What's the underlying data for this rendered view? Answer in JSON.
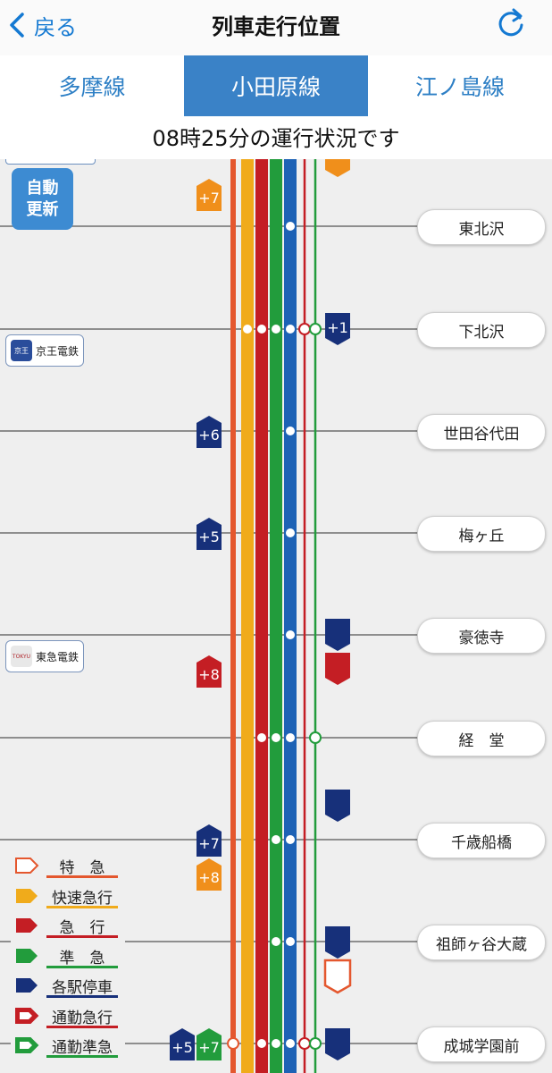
{
  "nav": {
    "back_label": "戻る",
    "title": "列車走行位置"
  },
  "tabs": [
    {
      "label": "多摩線",
      "active": false
    },
    {
      "label": "小田原線",
      "active": true
    },
    {
      "label": "江ノ島線",
      "active": false
    }
  ],
  "status_text": "08時25分の運行状況です",
  "auto_update_label": "自動\n更新",
  "stations": [
    "東北沢",
    "下北沢",
    "世田谷代田",
    "梅ヶ丘",
    "豪徳寺",
    "経　堂",
    "千歳船橋",
    "祖師ヶ谷大蔵",
    "成城学園前"
  ],
  "companies": [
    {
      "name": "京王電鉄",
      "logo_text": "京王",
      "logo_color": "#2a4d9b"
    },
    {
      "name": "東急電鉄",
      "logo_text": "TOKYU",
      "logo_color": "#d4d4d4"
    }
  ],
  "lines": [
    {
      "type": "特急",
      "color": "#e4572e"
    },
    {
      "type": "快速急行",
      "color": "#f0ab1b"
    },
    {
      "type": "急行",
      "color": "#c41e24"
    },
    {
      "type": "準急",
      "color": "#229c3c"
    },
    {
      "type": "各駅停車",
      "color": "#1d62b5"
    },
    {
      "type": "通勤急行",
      "color": "#c41e24"
    },
    {
      "type": "通勤準急",
      "color": "#229c3c"
    }
  ],
  "legend": [
    {
      "label": "特　急",
      "color": "#e4572e",
      "outline": true
    },
    {
      "label": "快速急行",
      "color": "#f0ab1b",
      "outline": false
    },
    {
      "label": "急　行",
      "color": "#c41e24",
      "outline": false
    },
    {
      "label": "準　急",
      "color": "#229c3c",
      "outline": false
    },
    {
      "label": "各駅停車",
      "color": "#17307a",
      "outline": false
    },
    {
      "label": "通勤急行",
      "color": "#c41e24",
      "outline": true
    },
    {
      "label": "通勤準急",
      "color": "#229c3c",
      "outline": true
    }
  ],
  "train_labels": [
    "+7",
    "+1",
    "+6",
    "+5",
    "+8",
    "+7",
    "+8",
    "+5",
    "+7"
  ]
}
